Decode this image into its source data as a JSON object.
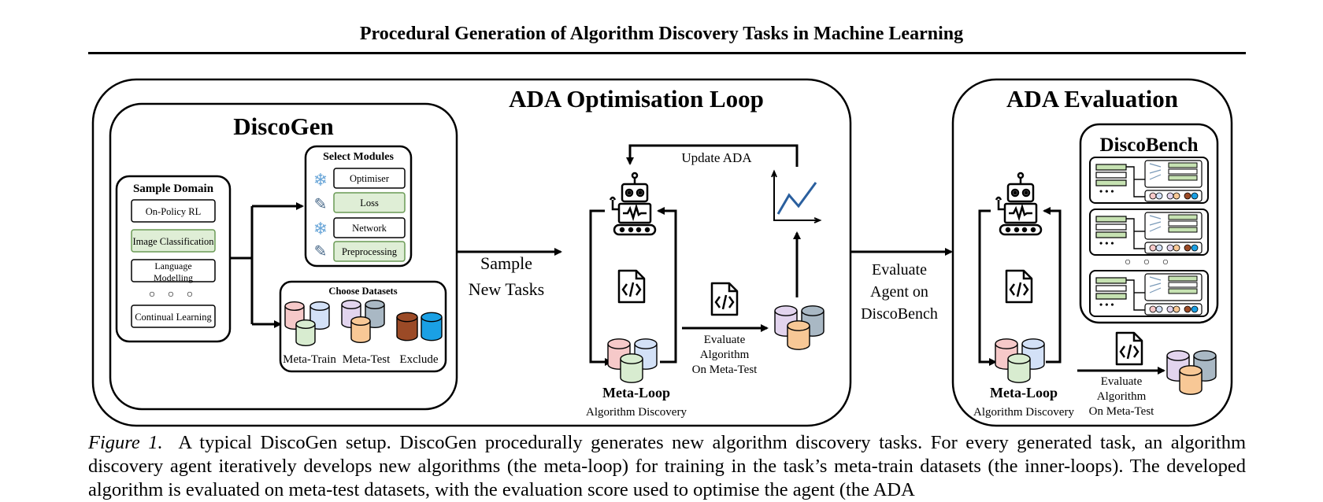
{
  "header": "Procedural Generation of Algorithm Discovery Tasks in Machine Learning",
  "optimisation_loop": {
    "title": "ADA Optimisation Loop",
    "discogen": {
      "title": "DiscoGen",
      "sample_domain": {
        "title": "Sample Domain",
        "items": [
          "On-Policy RL",
          "Image Classification",
          "Language",
          "Modelling",
          "Continual Learning"
        ],
        "ellipsis": "○ ○ ○"
      },
      "select_modules": {
        "title": "Select Modules",
        "items": [
          "Optimiser",
          "Loss",
          "Network",
          "Preprocessing"
        ]
      },
      "choose_datasets": {
        "title": "Choose Datasets",
        "labels": [
          "Meta-Train",
          "Meta-Test",
          "Exclude"
        ]
      }
    },
    "sample_tasks": [
      "Sample",
      "New Tasks"
    ],
    "update_label": "Update ADA",
    "evaluate_label": [
      "Evaluate",
      "Algorithm",
      "On Meta-Test"
    ],
    "meta_loop": "Meta-Loop",
    "meta_loop_sub": "Algorithm Discovery"
  },
  "evaluate_agent": [
    "Evaluate",
    "Agent on",
    "DiscoBench"
  ],
  "evaluation": {
    "title": "ADA Evaluation",
    "discobench_title": "DiscoBench",
    "discobench_ellipsis": "○ ○ ○",
    "meta_loop": "Meta-Loop",
    "meta_loop_sub": "Algorithm Discovery",
    "evaluate_label": [
      "Evaluate",
      "Algorithm",
      "On Meta-Test"
    ]
  },
  "caption": {
    "fig_label": "Figure 1.",
    "text": "A typical DiscoGen setup. DiscoGen procedurally generates new algorithm discovery tasks. For every generated task, an algorithm discovery agent iteratively develops new algorithms (the meta-loop) for training in the task’s meta-train datasets (the inner-loops). The developed algorithm is evaluated on meta-test datasets, with the evaluation score used to optimise the agent (the ADA"
  },
  "colors": {
    "selected_fill": "#dfeed6",
    "selected_stroke": "#6a9a55",
    "snow": "#6aa6d8",
    "pencil": "#4a6a8a",
    "cyl_red": "#f6c9c9",
    "cyl_blue": "#d3e1f7",
    "cyl_green": "#d8ecd0",
    "cyl_purple": "#e2d4ee",
    "cyl_orange": "#f8c896",
    "cyl_slate": "#a9b8c4",
    "cyl_brown": "#9b4a26",
    "cyl_cyan": "#1aa0e4"
  }
}
